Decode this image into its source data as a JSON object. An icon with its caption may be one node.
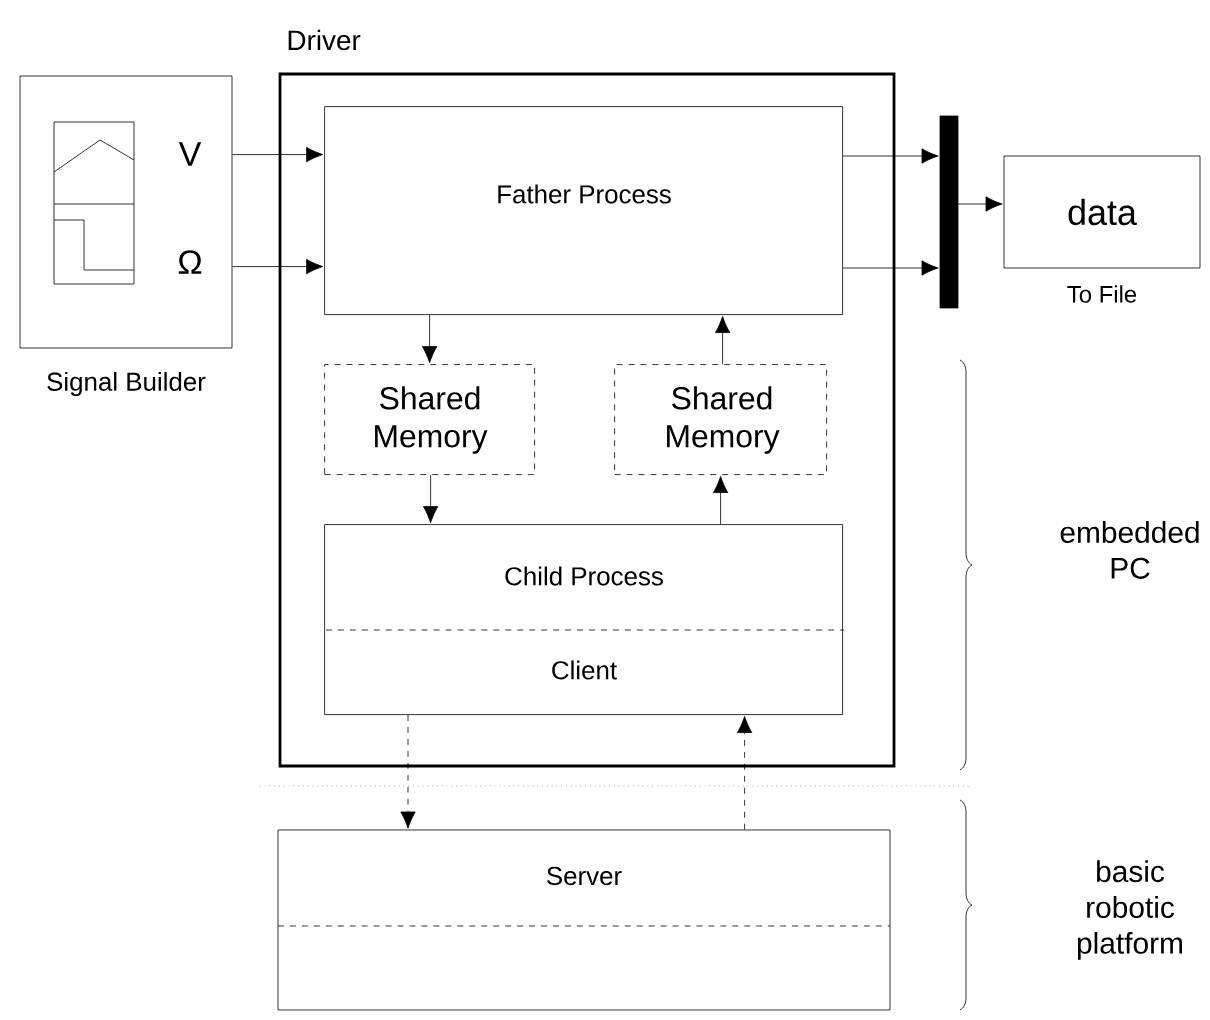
{
  "diagram": {
    "nodes": [
      {
        "text": [
          "V",
          "Ω"
        ],
        "beside": [
          "Signal Builder"
        ]
      },
      {
        "text": [
          "Driver"
        ]
      },
      {
        "text": [
          "Father Process"
        ],
        "in": 1
      },
      {
        "text": [
          "Shared Memory"
        ],
        "in": 1
      },
      {
        "text": [
          "Shared Memory"
        ],
        "in": 1
      },
      {
        "text": [
          "Child Process",
          "Client"
        ],
        "in": 1
      },
      {
        "text": [],
        "shape": "bar"
      },
      {
        "text": [
          "data"
        ],
        "beside": [
          "To File"
        ]
      },
      {
        "text": [
          "Server"
        ]
      }
    ],
    "edges": [
      {
        "from": 0,
        "to": 2,
        "arrow": "to"
      },
      {
        "from": 0,
        "to": 2,
        "arrow": "to"
      },
      {
        "from": 2,
        "to": 6,
        "arrow": "to"
      },
      {
        "from": 2,
        "to": 6,
        "arrow": "to"
      },
      {
        "from": 6,
        "to": 7,
        "arrow": "to"
      },
      {
        "from": 2,
        "to": 3,
        "arrow": "to"
      },
      {
        "from": 3,
        "to": 5,
        "arrow": "to"
      },
      {
        "from": 5,
        "to": 4,
        "arrow": "to"
      },
      {
        "from": 4,
        "to": 2,
        "arrow": "to"
      },
      {
        "from": 5,
        "to": 8,
        "arrow": "to",
        "style": "dashed"
      },
      {
        "from": 8,
        "to": 5,
        "arrow": "to",
        "style": "dashed"
      }
    ],
    "labels": [
      "embedded PC",
      "basic robotic platform"
    ]
  }
}
